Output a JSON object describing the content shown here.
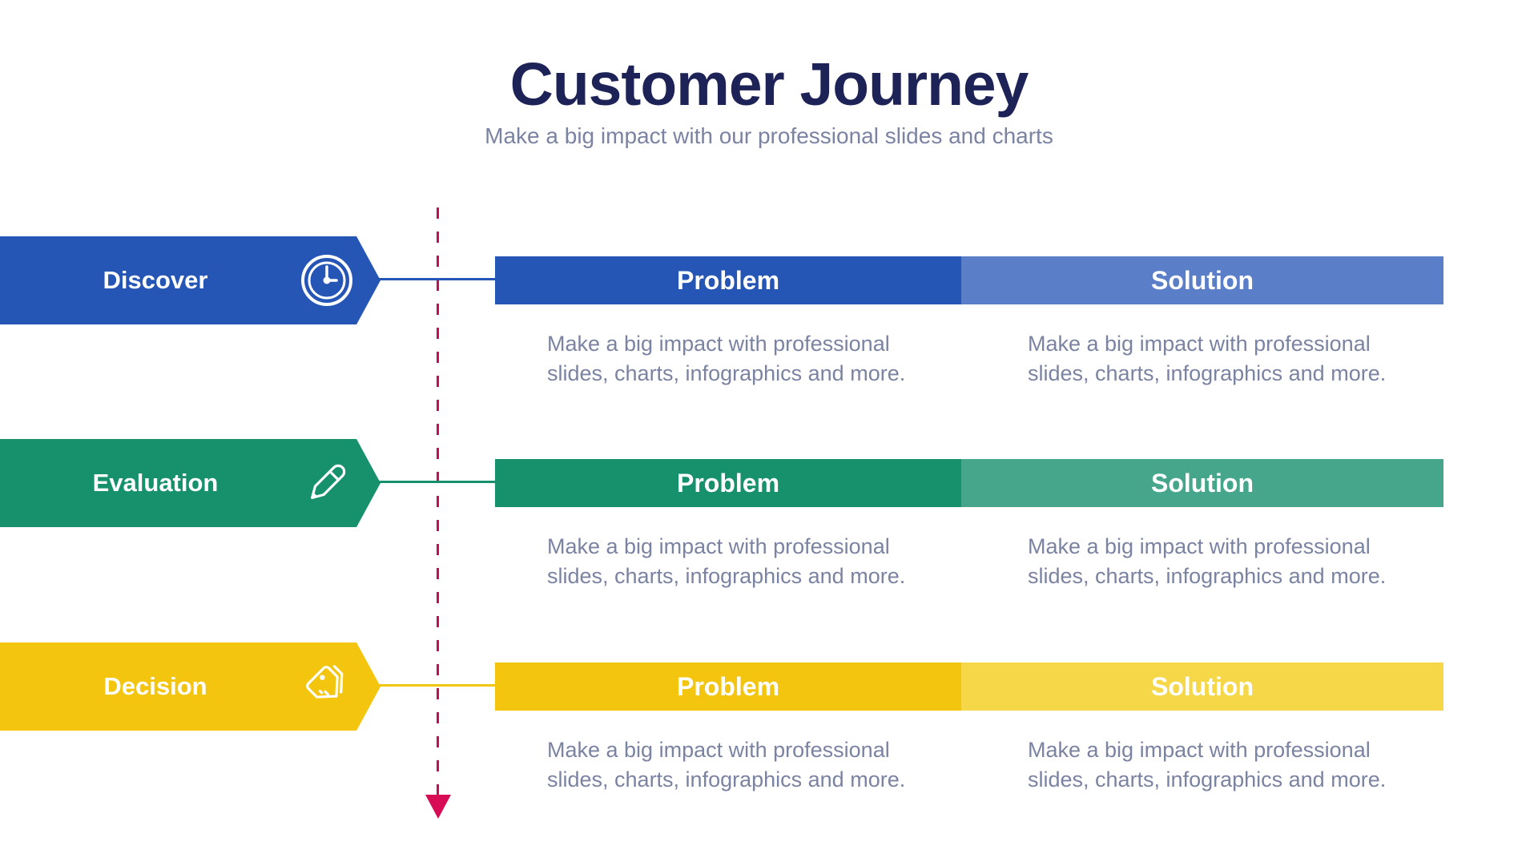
{
  "header": {
    "title": "Customer Journey",
    "subtitle": "Make a big impact with our professional slides and charts"
  },
  "text_colors": {
    "title": "#1D2356",
    "body": "#7B83A2"
  },
  "timeline": {
    "color": "#C60D58",
    "arrow_color": "#D80C55"
  },
  "rows": [
    {
      "stage": "Discover",
      "icon": "clock-icon",
      "color": "#2656B5",
      "color_light": "#5A7EC8",
      "problem": {
        "label": "Problem",
        "line1": "Make a big impact with professional",
        "line2": "slides, charts, infographics and more."
      },
      "solution": {
        "label": "Solution",
        "line1": "Make a big impact with professional",
        "line2": "slides, charts, infographics and more."
      }
    },
    {
      "stage": "Evaluation",
      "icon": "pencil-icon",
      "color": "#17906C",
      "color_light": "#46A68B",
      "problem": {
        "label": "Problem",
        "line1": "Make a big impact with professional",
        "line2": "slides, charts, infographics and more."
      },
      "solution": {
        "label": "Solution",
        "line1": "Make a big impact with professional",
        "line2": "slides, charts, infographics and more."
      }
    },
    {
      "stage": "Decision",
      "icon": "tags-icon",
      "color": "#F4C50E",
      "color_light": "#F6D747",
      "problem": {
        "label": "Problem",
        "line1": "Make a big impact with professional",
        "line2": "slides, charts, infographics and more."
      },
      "solution": {
        "label": "Solution",
        "line1": "Make a big impact with professional",
        "line2": "slides, charts, infographics and more."
      }
    }
  ]
}
